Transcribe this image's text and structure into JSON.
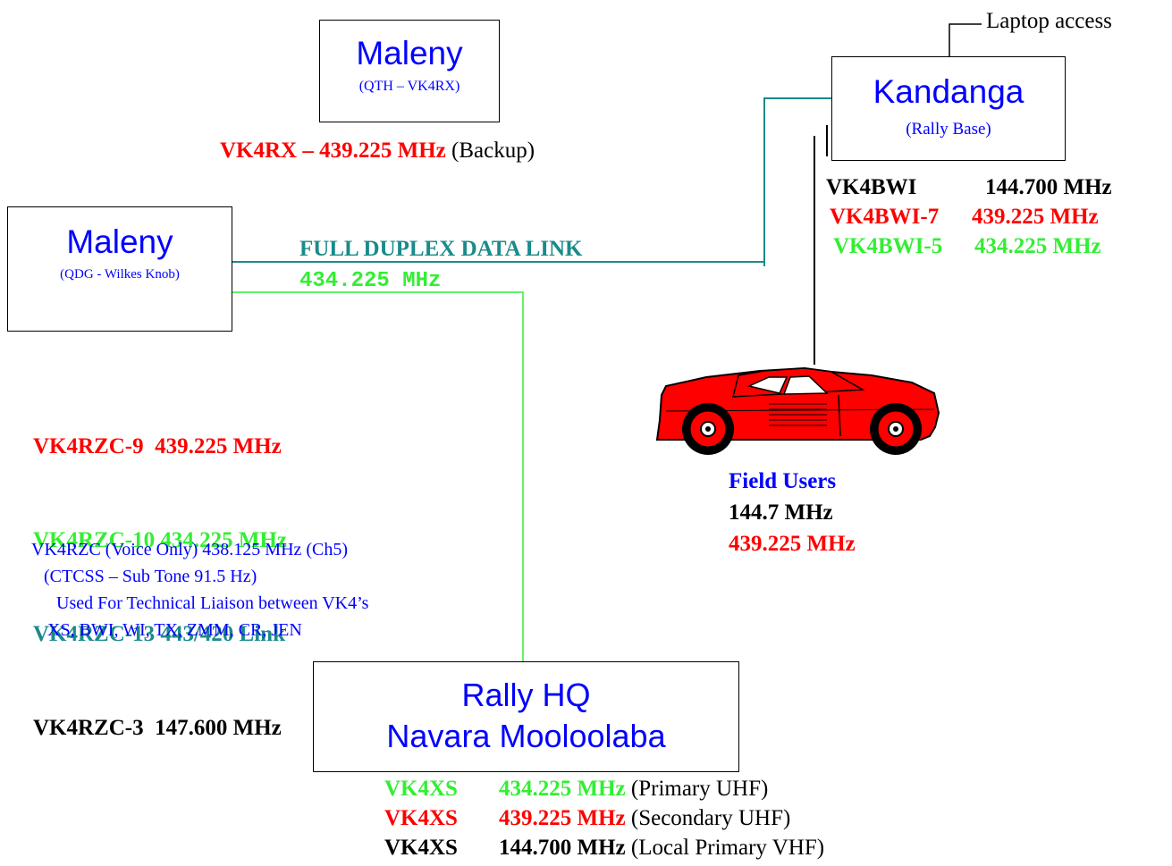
{
  "nodes": {
    "maleny_qth": {
      "title": "Maleny",
      "subtitle": "(QTH – VK4RX)"
    },
    "maleny_qdg": {
      "title": "Maleny",
      "subtitle": "(QDG - Wilkes Knob)"
    },
    "kandanga": {
      "title": "Kandanga",
      "subtitle": "(Rally Base)"
    },
    "rally_hq": {
      "title_line1": "Rally HQ",
      "title_line2": "Navara Mooloolaba"
    }
  },
  "labels": {
    "laptop_access": "Laptop  access",
    "backup_call": "VK4RX – 439.225 MHz",
    "backup_note": " (Backup)",
    "link_title": "FULL DUPLEX DATA LINK",
    "link_freq": "434.225  MHz"
  },
  "kandanga_list": [
    {
      "call": "VK4BWI",
      "freq": "144.700 MHz",
      "color": "#000000"
    },
    {
      "call": "VK4BWI-7",
      "freq": "439.225 MHz",
      "color": "#ff0000"
    },
    {
      "call": "VK4BWI-5",
      "freq": "434.225 MHz",
      "color": "#33ee33"
    }
  ],
  "rzc_list": [
    {
      "text": "VK4RZC-9  439.225 MHz",
      "color": "#ff0000"
    },
    {
      "text": "VK4RZC-10 434.225 MHz",
      "color": "#33ee33"
    },
    {
      "text": "VK4RZC-13 443/420 Link",
      "color": "#1a8a8a"
    },
    {
      "text": "VK4RZC-3  147.600 MHz",
      "color": "#000000"
    }
  ],
  "voice_info": [
    "VK4RZC (Voice Only) 438.125 MHz (Ch5)",
    "(CTCSS – Sub Tone 91.5 Hz)",
    "Used For Technical Liaison between VK4’s",
    "XS, BWI, WI, TX, ZMM, CR, JEN"
  ],
  "field_users": {
    "title": "Field Users",
    "line1": "144.7 MHz",
    "line2": "439.225 MHz"
  },
  "hq_list": [
    {
      "call": "VK4XS",
      "freq": "434.225 MHz",
      "note": " (Primary UHF)",
      "color": "#33ee33"
    },
    {
      "call": "VK4XS",
      "freq": "439.225 MHz",
      "note": " (Secondary UHF)",
      "color": "#ff0000"
    },
    {
      "call": "VK4XS",
      "freq": "144.700 MHz",
      "note": " (Local Primary VHF)",
      "color": "#000000"
    }
  ],
  "colors": {
    "link_teal": "#1a8a8a",
    "link_green": "#33ee33",
    "node_blue": "#0000ff",
    "car_red": "#ff0000"
  }
}
